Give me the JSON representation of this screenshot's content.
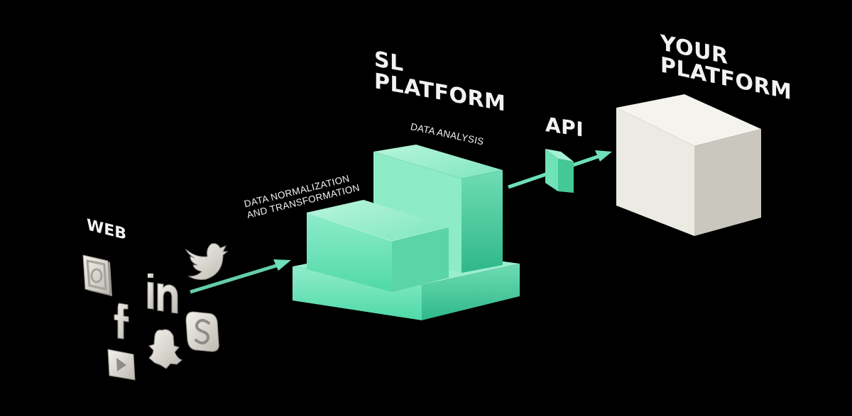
{
  "labels": {
    "web": "WEB",
    "normalization_line1": "DATA NORMALIZATION",
    "normalization_line2": "AND TRANSFORMATION",
    "sl_line1": "SL",
    "sl_line2": "PLATFORM",
    "data_analysis": "DATA ANALYSIS",
    "api": "API",
    "your_line1": "YOUR",
    "your_line2": "PLATFORM"
  },
  "colors": {
    "background": "#000000",
    "accent": "#6ee0b8",
    "box_light": "#ecebe3",
    "text": "#f2f2f2"
  },
  "icons": [
    "instagram-icon",
    "facebook-icon",
    "youtube-icon",
    "linkedin-icon",
    "snapchat-icon",
    "twitter-icon",
    "skype-icon"
  ]
}
